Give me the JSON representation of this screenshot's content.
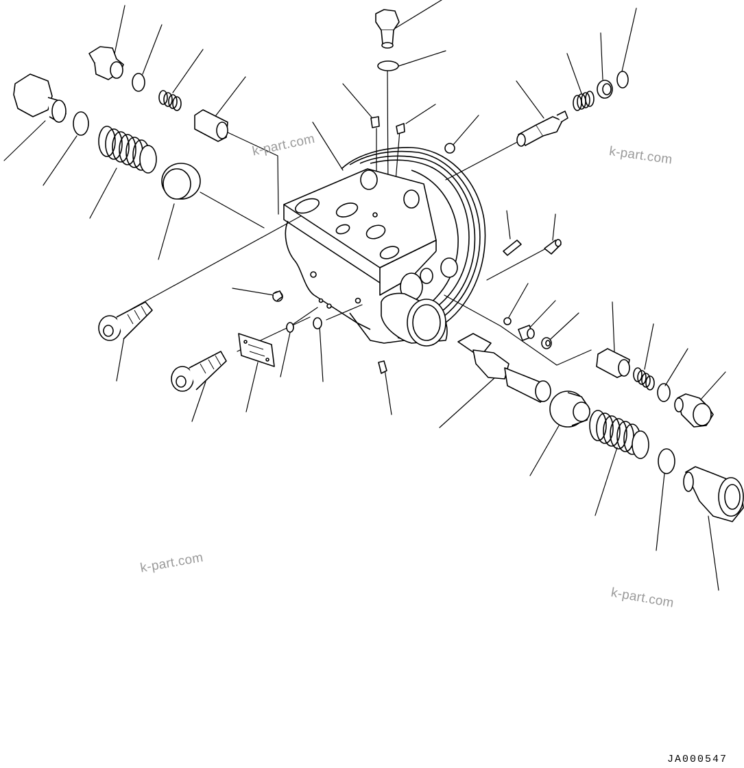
{
  "diagram": {
    "code": "JA000547",
    "watermarks": [
      "k-part.com",
      "k-part.com",
      "k-part.com",
      "k-part.com"
    ],
    "line_color": "#000000",
    "watermark_color": "#9a9a9a",
    "background": "#ffffff"
  }
}
